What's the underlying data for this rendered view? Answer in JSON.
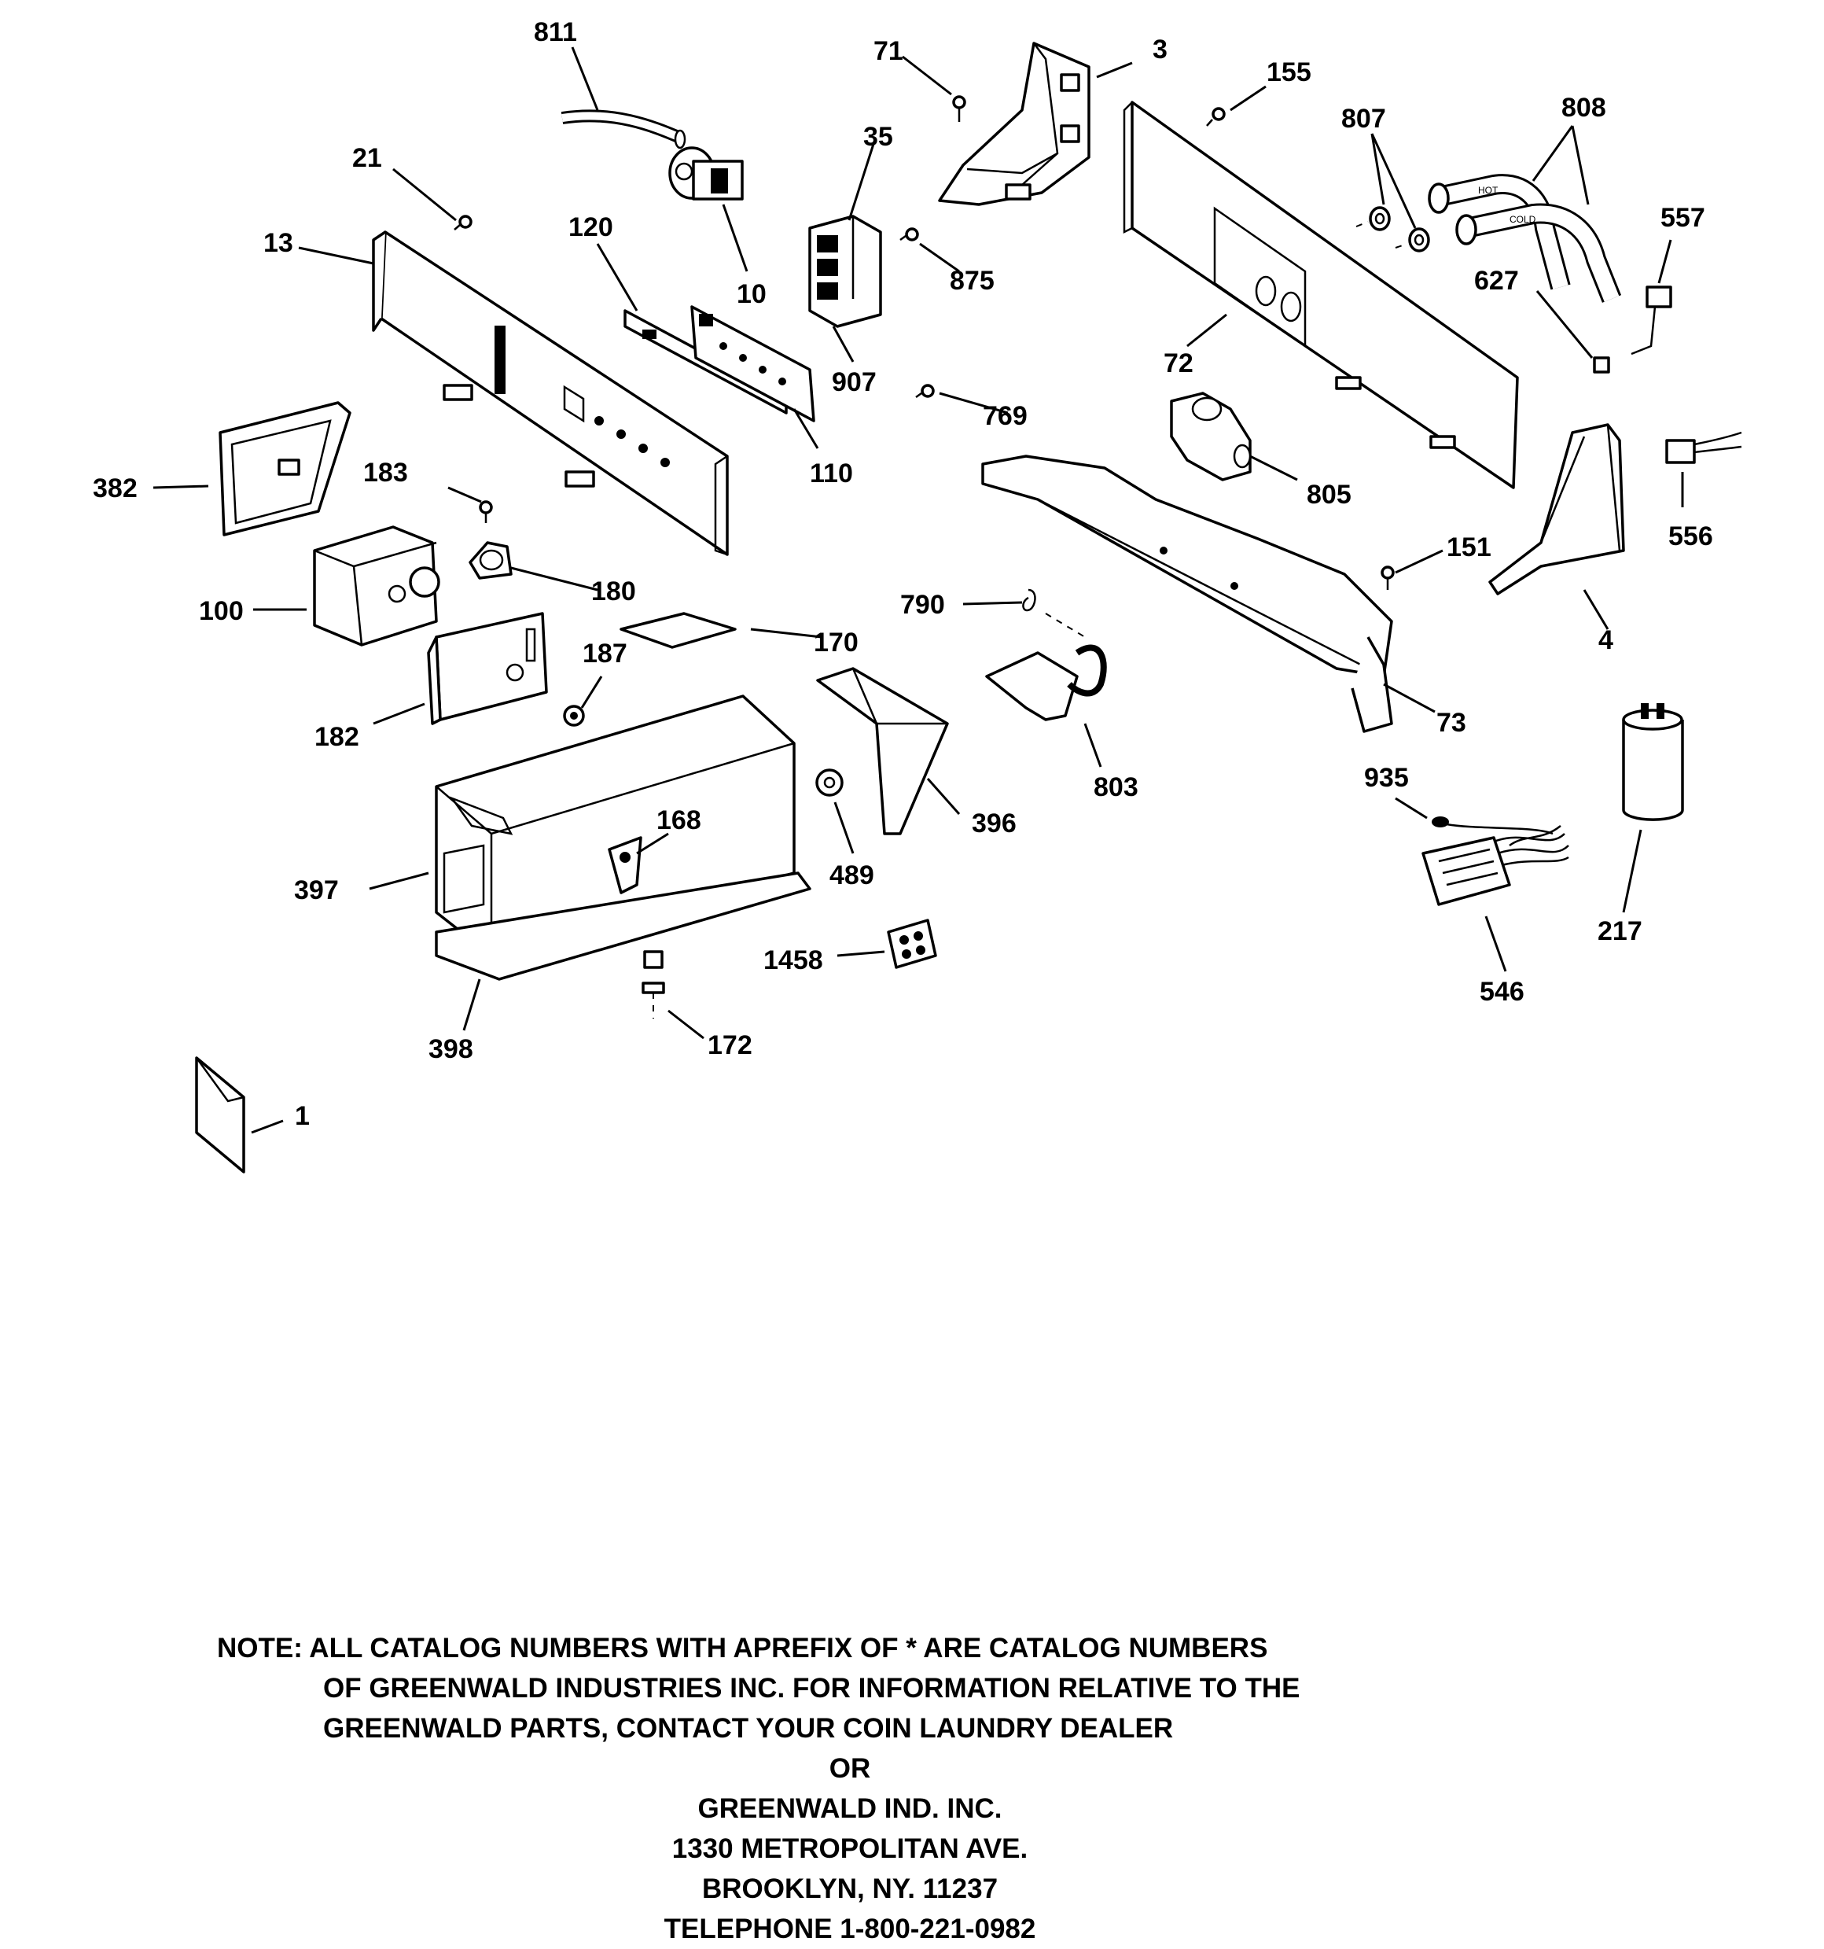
{
  "callouts": {
    "p811": "811",
    "p71": "71",
    "p3": "3",
    "p155": "155",
    "p807": "807",
    "p808": "808",
    "p21": "21",
    "p35": "35",
    "p120": "120",
    "p13": "13",
    "p10": "10",
    "p875": "875",
    "p557": "557",
    "p627": "627",
    "p72": "72",
    "p907": "907",
    "p769": "769",
    "p110": "110",
    "p382": "382",
    "p183": "183",
    "p805": "805",
    "p556": "556",
    "p151": "151",
    "p100": "100",
    "p180": "180",
    "p790": "790",
    "p170": "170",
    "p4": "4",
    "p187": "187",
    "p182": "182",
    "p73": "73",
    "p168": "168",
    "p935": "935",
    "p803": "803",
    "p396": "396",
    "p397": "397",
    "p489": "489",
    "p217": "217",
    "p1458": "1458",
    "p546": "546",
    "p398": "398",
    "p172": "172",
    "p1": "1"
  },
  "note": {
    "line1": "NOTE: ALL CATALOG NUMBERS WITH APREFIX OF * ARE CATALOG NUMBERS",
    "line2": "OF GREENWALD INDUSTRIES INC. FOR INFORMATION RELATIVE TO THE",
    "line3": "GREENWALD PARTS, CONTACT YOUR COIN LAUNDRY DEALER",
    "line4": "OR",
    "line5": "GREENWALD IND. INC.",
    "line6": "1330 METROPOLITAN AVE.",
    "line7": "BROOKLYN, NY. 11237",
    "line8": "TELEPHONE 1-800-221-0982"
  },
  "hose_labels": {
    "hot": "HOT",
    "cold": "COLD"
  }
}
